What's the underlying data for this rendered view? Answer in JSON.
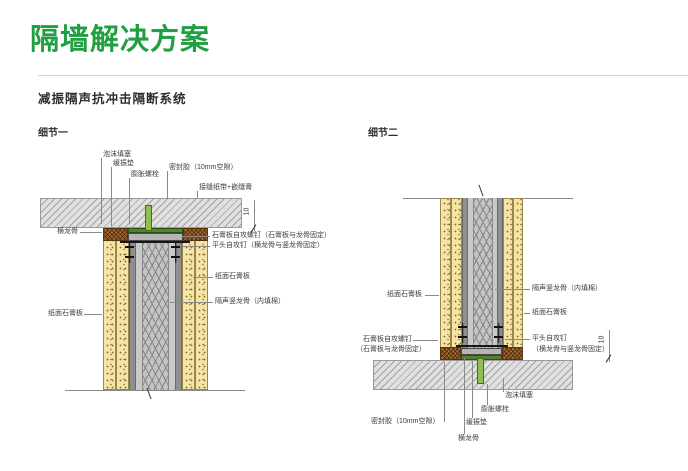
{
  "page": {
    "title": "隔墙解决方案",
    "subtitle": "减振隔声抗冲击隔断系统",
    "accent_color": "#21a043"
  },
  "detail1": {
    "heading": "细节一",
    "dim": "10",
    "labels": {
      "foam": "泡沫填塞",
      "damper": "缓振垫",
      "anchor": "膨胀螺栓",
      "sealant": "密封胶（10mm空隙）",
      "tape": "接缝纸带+嵌缝膏",
      "runner": "横龙骨",
      "board_left": "纸面石膏板",
      "gypsum_screw": "石膏板自攻螺钉（石膏板与龙骨固定）",
      "flat_screw": "平头自攻钉（横龙骨与竖龙骨固定）",
      "board_right": "纸面石膏板",
      "stud": "隔声竖龙骨（内填棉）"
    }
  },
  "detail2": {
    "heading": "细节二",
    "dim": "10",
    "labels": {
      "board_left": "纸面石膏板",
      "gypsum_screw_1": "石膏板自攻螺钉",
      "gypsum_screw_2": "（石膏板与龙骨固定）",
      "stud": "隔声竖龙骨（内填棉）",
      "board_right": "纸面石膏板",
      "flat_screw_1": "平头自攻钉",
      "flat_screw_2": "（横龙骨与竖龙骨固定）",
      "foam": "泡沫填塞",
      "anchor": "膨胀螺栓",
      "sealant": "密封胶（10mm空隙）",
      "damper": "缓振垫",
      "runner": "横龙骨"
    }
  }
}
